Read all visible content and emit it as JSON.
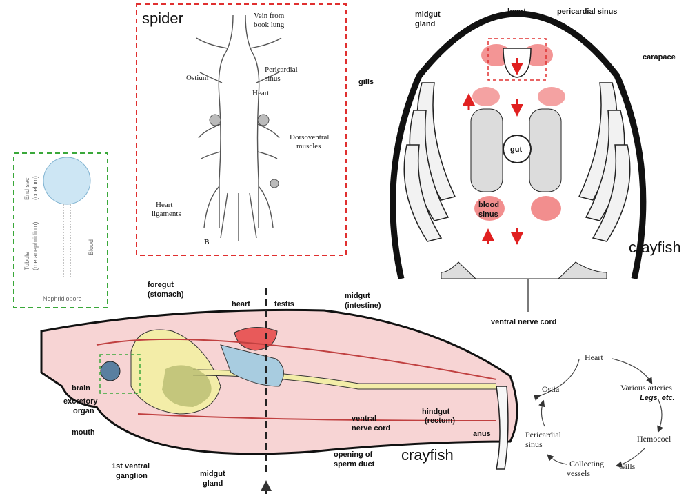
{
  "spider": {
    "title": "spider",
    "labels": {
      "vein": [
        "Vein from",
        "book lung"
      ],
      "ostium": "Ostium",
      "pericardial": [
        "Pericardial",
        "sinus"
      ],
      "heart": "Heart",
      "dorsoventral": [
        "Dorsoventral",
        "muscles"
      ],
      "ligaments": [
        "Heart",
        "ligaments"
      ],
      "b": "B"
    }
  },
  "nephridium": {
    "end_sac": [
      "End sac",
      "(coelom)"
    ],
    "tubule": [
      "Tubule",
      "(metanephridium)"
    ],
    "blood": "Blood",
    "nephridiopore": "Nephridiopore"
  },
  "cross_section": {
    "labels": {
      "heart": "heart",
      "pericardial_sinus": "pericardial sinus",
      "midgut_gland": [
        "midgut",
        "gland"
      ],
      "gills": "gills",
      "carapace": "carapace",
      "gut": "gut",
      "blood_sinus": [
        "blood",
        "sinus"
      ],
      "ventral_nerve_cord": "ventral nerve cord"
    },
    "caption": "crayfish"
  },
  "side_view": {
    "labels": {
      "foregut": [
        "foregut",
        "(stomach)"
      ],
      "heart": "heart",
      "testis": "testis",
      "midgut": [
        "midgut",
        "(intestine)"
      ],
      "brain": "brain",
      "excretory": [
        "excretory",
        "organ"
      ],
      "mouth": "mouth",
      "ganglion": [
        "1st ventral",
        "ganglion"
      ],
      "midgut_gland": [
        "midgut",
        "gland"
      ],
      "ventral_nerve": [
        "ventral",
        "nerve cord"
      ],
      "sperm_duct": [
        "opening of",
        "sperm duct"
      ],
      "hindgut": [
        "hindgut",
        "(rectum)"
      ],
      "anus": "anus"
    },
    "caption": "crayfish"
  },
  "cycle": {
    "heart": "Heart",
    "arteries": "Various arteries",
    "legs": "Legs, etc.",
    "hemocoel": "Hemocoel",
    "gills": "Gills",
    "collecting": [
      "Collecting",
      "vessels"
    ],
    "pericardial": [
      "Pericardial",
      "sinus"
    ],
    "ostia": "Ostia"
  },
  "colors": {
    "red_box": "#e03030",
    "green_box": "#3aa83a",
    "blood_red": "#e85a5a",
    "gut_yellow": "#f3eda8",
    "pink": "#f7d4d4",
    "blue": "#a8cce0"
  }
}
